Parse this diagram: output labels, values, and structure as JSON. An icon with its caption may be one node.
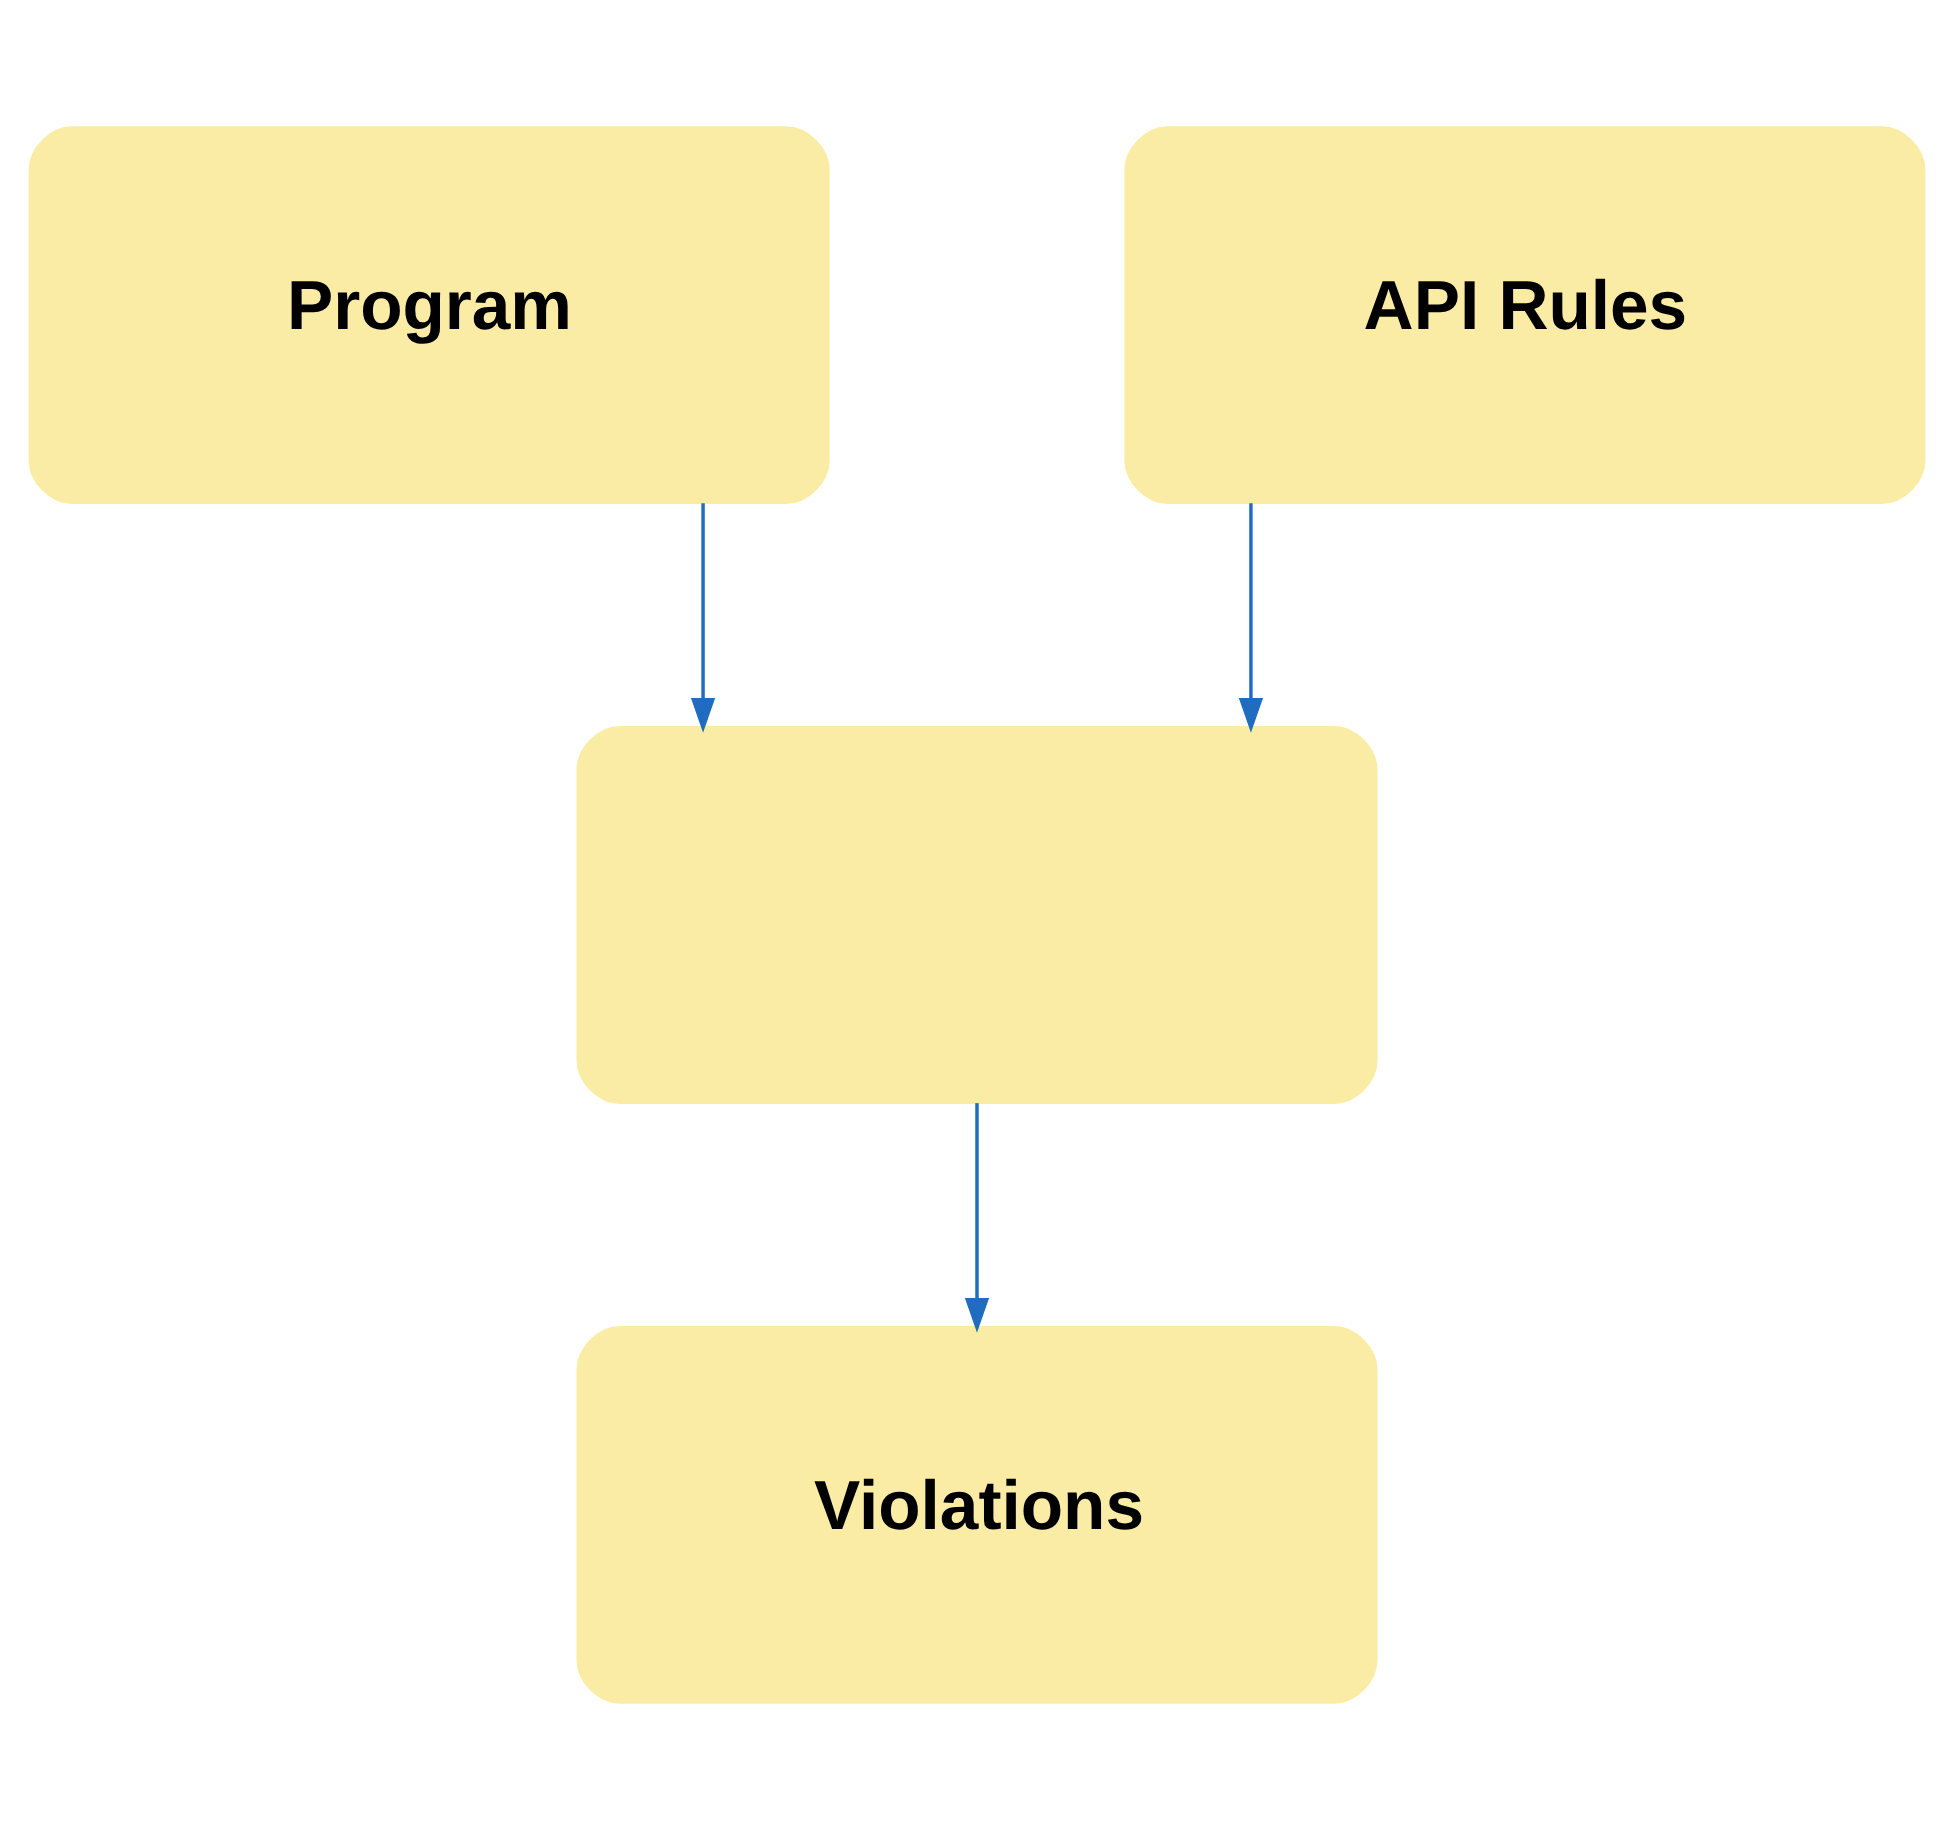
{
  "diagram": {
    "nodes": [
      {
        "text": [
          "Program"
        ]
      },
      {
        "text": [
          "API Rules"
        ]
      },
      {
        "text": [],
        "shape": "box"
      },
      {
        "text": [
          "Violations"
        ]
      }
    ],
    "edges": [
      {
        "from": 0,
        "to": 2,
        "arrow": "to"
      },
      {
        "from": 1,
        "to": 2,
        "arrow": "to"
      },
      {
        "from": 2,
        "to": 3,
        "arrow": "to"
      }
    ]
  }
}
